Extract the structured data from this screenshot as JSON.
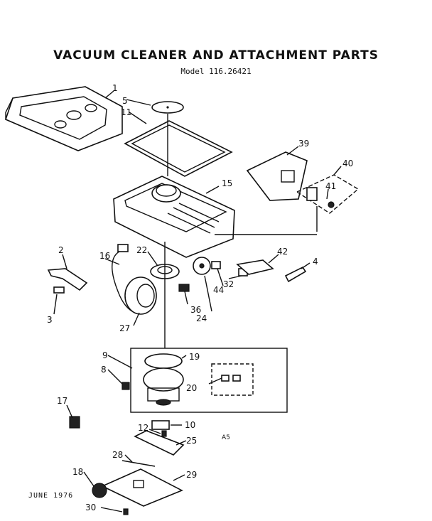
{
  "title": "VACUUM CLEANER AND ATTACHMENT PARTS",
  "model": "Model 116.26421",
  "footer_date": "JUNE 1976",
  "stamp": "A5",
  "callouts": {
    "c1": "1",
    "c2": "2",
    "c3": "3",
    "c4": "4",
    "c5": "5",
    "c8": "8",
    "c9": "9",
    "c10": "10",
    "c11": "11",
    "c12": "12",
    "c15": "15",
    "c16": "16",
    "c17": "17",
    "c18": "18",
    "c19": "19",
    "c20": "20",
    "c22": "22",
    "c24": "24",
    "c25": "25",
    "c27": "27",
    "c28": "28",
    "c29": "29",
    "c30": "30",
    "c32": "32",
    "c36": "36",
    "c39": "39",
    "c40": "40",
    "c41": "41",
    "c42": "42",
    "c44": "44"
  }
}
